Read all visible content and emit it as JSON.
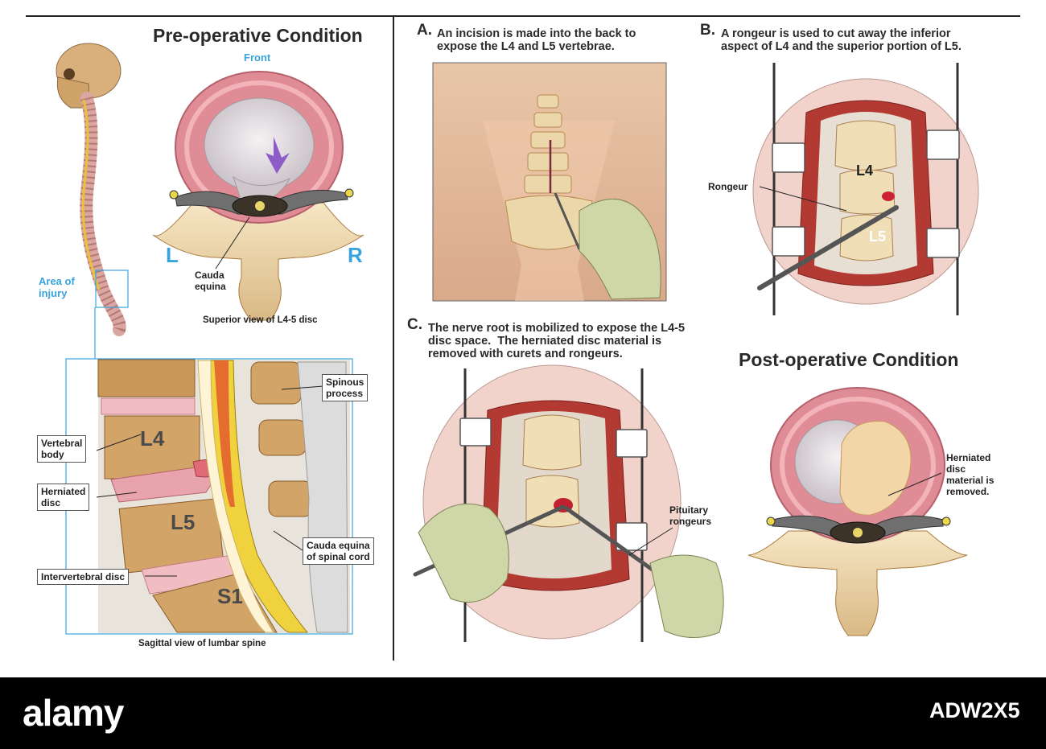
{
  "preop": {
    "title": "Pre-operative Condition",
    "front": "Front",
    "left": "L",
    "right": "R",
    "cauda_equina": "Cauda\nequina",
    "superior_caption": "Superior view of L4-5 disc",
    "area_of_injury": "Area of\ninjury"
  },
  "sagittal": {
    "vertebral_body": "Vertebral\nbody",
    "herniated_disc": "Herniated\ndisc",
    "intervertebral_disc": "Intervertebral disc",
    "spinous_process": "Spinous\nprocess",
    "cauda_equina_cord": "Cauda equina\nof spinal cord",
    "l4": "L4",
    "l5": "L5",
    "s1": "S1",
    "caption": "Sagittal view of lumbar spine"
  },
  "steps": {
    "a_letter": "A.",
    "a_text": "An incision is made into the back to\nexpose the L4 and L5 vertebrae.",
    "b_letter": "B.",
    "b_text": "A rongeur is used to cut away the inferior\naspect of L4 and the superior portion of L5.",
    "b_rongeur": "Rongeur",
    "b_l4": "L4",
    "b_l5": "L5",
    "c_letter": "C.",
    "c_text": "The nerve root is mobilized to expose the L4-5\ndisc space.  The herniated disc material is\nremoved with curets and rongeurs.",
    "c_pituitary": "Pituitary\nrongeurs"
  },
  "postop": {
    "title": "Post-operative Condition",
    "removed": "Herniated\ndisc\nmaterial is\nremoved."
  },
  "footer": {
    "brand": "alamy",
    "image_code": "ADW2X5"
  },
  "colors": {
    "accent_blue": "#38a4dc",
    "disc_pink": "#e08c96",
    "bone": "#f1dcb2",
    "bone_dark": "#b98a4e",
    "muscle": "#b33a32",
    "arrow": "#8e5cc8"
  }
}
